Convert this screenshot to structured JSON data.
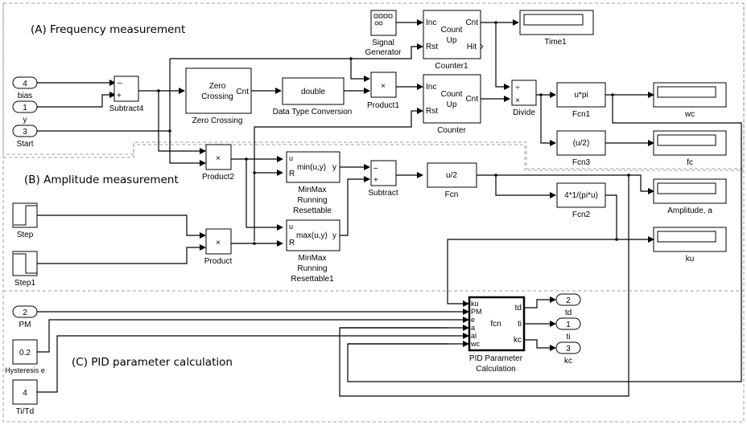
{
  "sections": {
    "a": "(A) Frequency measurement",
    "b": "(B) Amplitude measurement",
    "c": "(C) PID parameter calculation"
  },
  "inports": [
    {
      "num": "4",
      "name": "bias"
    },
    {
      "num": "1",
      "name": "y"
    },
    {
      "num": "3",
      "name": "Start"
    },
    {
      "num": "2",
      "name": "PM"
    }
  ],
  "outports": [
    {
      "num": "2",
      "name": "td"
    },
    {
      "num": "1",
      "name": "ti"
    },
    {
      "num": "3",
      "name": "kc"
    }
  ],
  "constants": [
    {
      "value": "0.2",
      "name": "Hysteresis e"
    },
    {
      "value": "4",
      "name": "Ti/Td"
    }
  ],
  "blocks": {
    "subtract4": {
      "name": "Subtract4",
      "minus": "–",
      "plus": "+"
    },
    "zero_crossing": {
      "line1": "Zero",
      "line2": "Crossing",
      "port": "Cnt",
      "name": "Zero Crossing"
    },
    "dtc": {
      "text": "double",
      "name": "Data Type Conversion"
    },
    "product1": {
      "symbol": "×",
      "name": "Product1"
    },
    "product2": {
      "symbol": "×",
      "name": "Product2"
    },
    "product": {
      "symbol": "×",
      "name": "Product"
    },
    "signal_gen": {
      "name1": "Signal",
      "name2": "Generator"
    },
    "counter1": {
      "inc": "Inc",
      "rst": "Rst",
      "cnt": "Cnt",
      "hit": "Hit",
      "line1": "Count",
      "line2": "Up",
      "name": "Counter1"
    },
    "counter": {
      "inc": "Inc",
      "rst": "Rst",
      "cnt": "Cnt",
      "line1": "Count",
      "line2": "Up",
      "name": "Counter"
    },
    "divide": {
      "div": "÷",
      "mul": "×",
      "name": "Divide"
    },
    "fcn1": {
      "expr": "u*pi",
      "name": "Fcn1"
    },
    "fcn3": {
      "expr": "(u/2)",
      "name": "Fcn3"
    },
    "fcn": {
      "expr": "u/2",
      "name": "Fcn"
    },
    "fcn2": {
      "expr": "4*1/(pi*u)",
      "name": "Fcn2"
    },
    "minmax1": {
      "u": "u",
      "r": "R",
      "expr": "min(u,y)",
      "y": "y",
      "name1": "MinMax",
      "name2": "Running",
      "name3": "Resettable"
    },
    "minmax2": {
      "u": "u",
      "r": "R",
      "expr": "max(u,y)",
      "y": "y",
      "name1": "MinMax",
      "name2": "Running",
      "name3": "Resettable1"
    },
    "subtract": {
      "name": "Subtract",
      "minus": "–",
      "plus": "+"
    },
    "step": {
      "name": "Step"
    },
    "step1": {
      "name": "Step1"
    },
    "pid": {
      "inputs": [
        "ku",
        "PM",
        "e",
        "a",
        "al",
        "wc"
      ],
      "outputs": [
        "td",
        "ti",
        "kc"
      ],
      "center": "fcn",
      "name1": "PID Parameter",
      "name2": "Calculation"
    }
  },
  "displays": {
    "time1": "Time1",
    "wc": "wc",
    "fc": "fc",
    "amplitude": "Amplitude, a",
    "ku": "ku"
  }
}
